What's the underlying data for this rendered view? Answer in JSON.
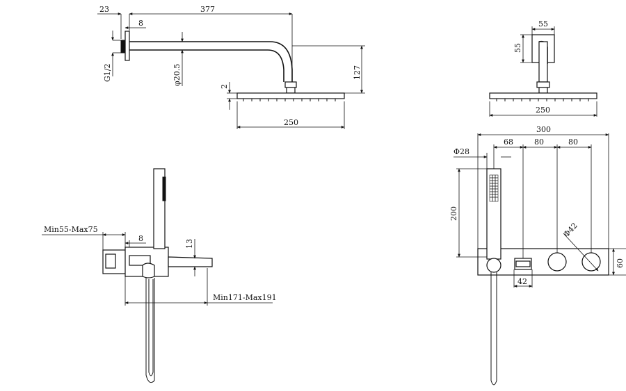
{
  "top_left_view": {
    "dim_wall_plate": "23",
    "dim_arm_length": "377",
    "dim_plate_gap": "8",
    "dim_thread": "G1/2",
    "dim_arm_diameter": "φ20.5",
    "dim_drop_height": "127",
    "dim_head_thickness": "2",
    "dim_head_width": "250"
  },
  "top_right_view": {
    "dim_flange_width": "55",
    "dim_flange_height": "55",
    "dim_head_width": "250"
  },
  "bottom_left_view": {
    "dim_wall_depth": "Min55-Max75",
    "dim_plate_gap": "8",
    "dim_spout_height": "13",
    "dim_spout_projection": "Min171-Max191"
  },
  "bottom_right_view": {
    "dim_total_width": "300",
    "dim_handset_diameter": "Φ28",
    "dim_spacing_1": "68",
    "dim_spacing_2": "80",
    "dim_spacing_3": "80",
    "dim_handset_height": "200",
    "dim_knob_diameter": "Φ42",
    "dim_plate_height": "60",
    "dim_outlet_width": "42"
  }
}
